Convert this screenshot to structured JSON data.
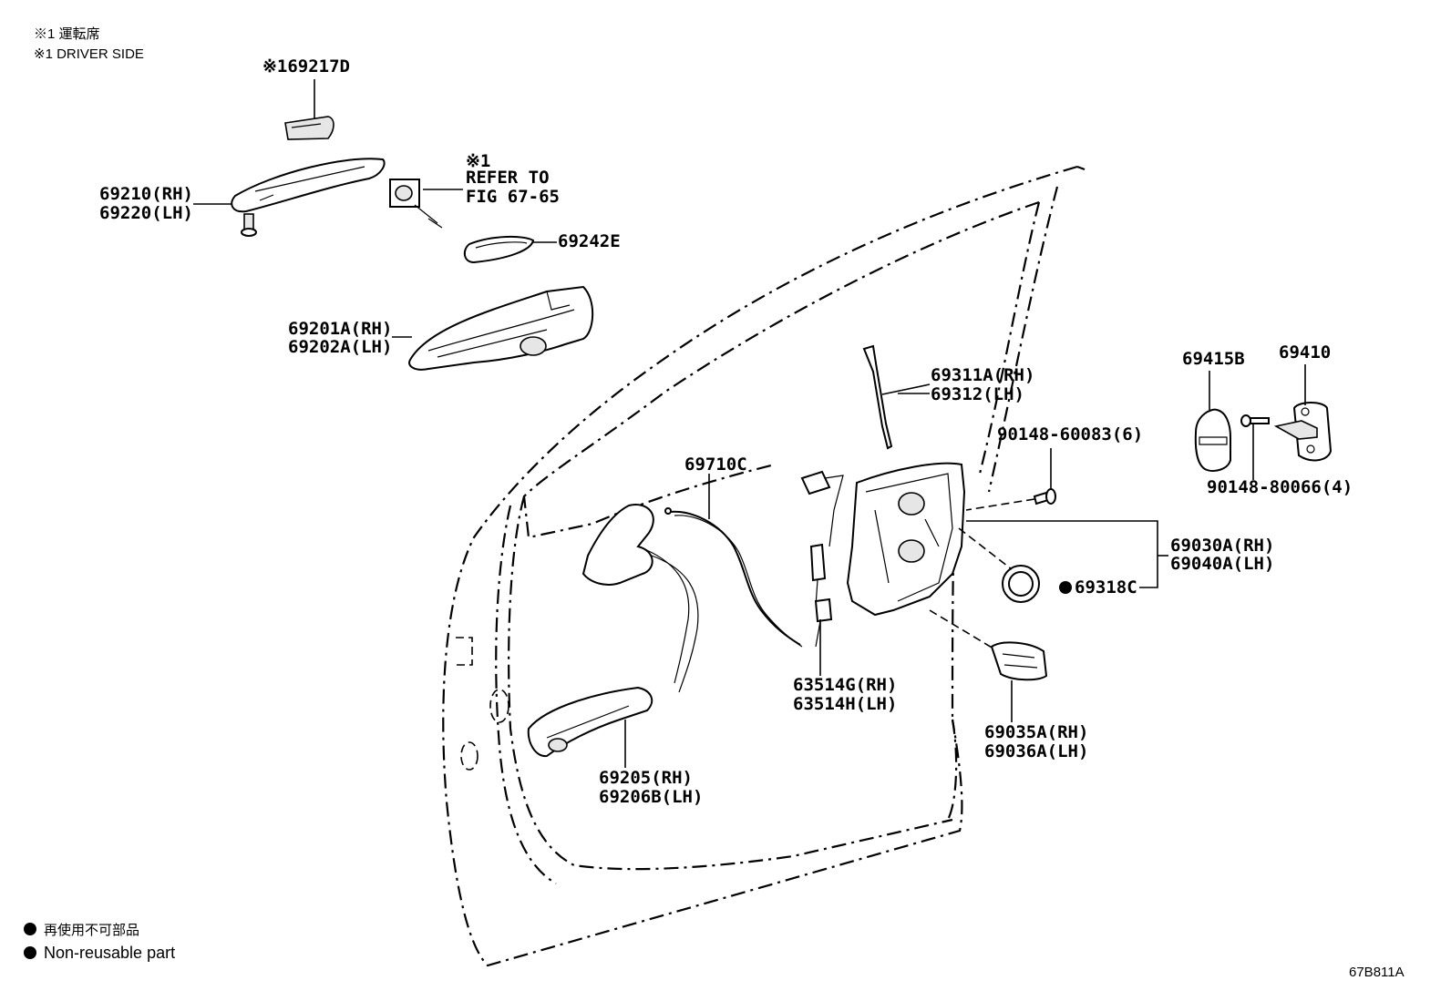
{
  "notes": {
    "line1": "※1 運転席",
    "line2": "※1 DRIVER SIDE"
  },
  "legend": {
    "jp": "再使用不可部品",
    "en": "Non-reusable part"
  },
  "figure_id": "67B811A",
  "refer": {
    "mark": "※1",
    "line1": "REFER TO",
    "line2": "FIG 67-65"
  },
  "parts": {
    "p69217D": "※169217D",
    "p69210": "69210(RH)",
    "p69220": "69220(LH)",
    "p69242E": "69242E",
    "p69201A": "69201A(RH)",
    "p69202A": "69202A(LH)",
    "p69311A": "69311A(RH)",
    "p69312": "69312(LH)",
    "p69710C": "69710C",
    "p90148_60083": "90148-60083(6)",
    "p69415B": "69415B",
    "p69410": "69410",
    "p90148_80066": "90148-80066(4)",
    "p69030A": "69030A(RH)",
    "p69040A": "69040A(LH)",
    "p69318C": "69318C",
    "p63514G": "63514G(RH)",
    "p63514H": "63514H(LH)",
    "p69035A": "69035A(RH)",
    "p69036A": "69036A(LH)",
    "p69205": "69205(RH)",
    "p69206B": "69206B(LH)"
  }
}
